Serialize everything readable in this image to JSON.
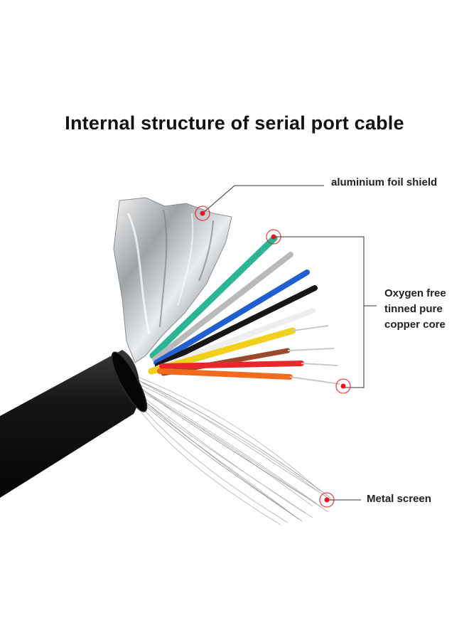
{
  "title": "Internal structure of serial port cable",
  "labels": {
    "foil_shield": "aluminium foil shield",
    "core_line1": "Oxygen free",
    "core_line2": "tinned pure",
    "core_line3": "copper core",
    "metal_screen": "Metal screen"
  },
  "colors": {
    "callout_marker": "#e8141c",
    "callout_line": "#333333",
    "jacket": "#111111",
    "wires": [
      "#2bb596",
      "#b9b9b9",
      "#1f5fcf",
      "#161616",
      "#f2f2f2",
      "#f2cf1b",
      "#9a4a2a",
      "#e8272c",
      "#f26a1c"
    ]
  }
}
